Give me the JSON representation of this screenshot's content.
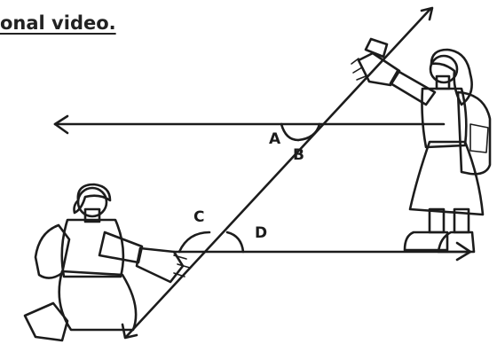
{
  "heading": "onal video.",
  "angle_labels": {
    "a": "A",
    "b": "B",
    "c": "C",
    "d": "D"
  },
  "colors": {
    "ink": "#1c1c1c",
    "shirt": "#5b63e8",
    "skirt": "#9dc1f2",
    "skin": "#ffffff",
    "hair": "#1a1a1a"
  }
}
